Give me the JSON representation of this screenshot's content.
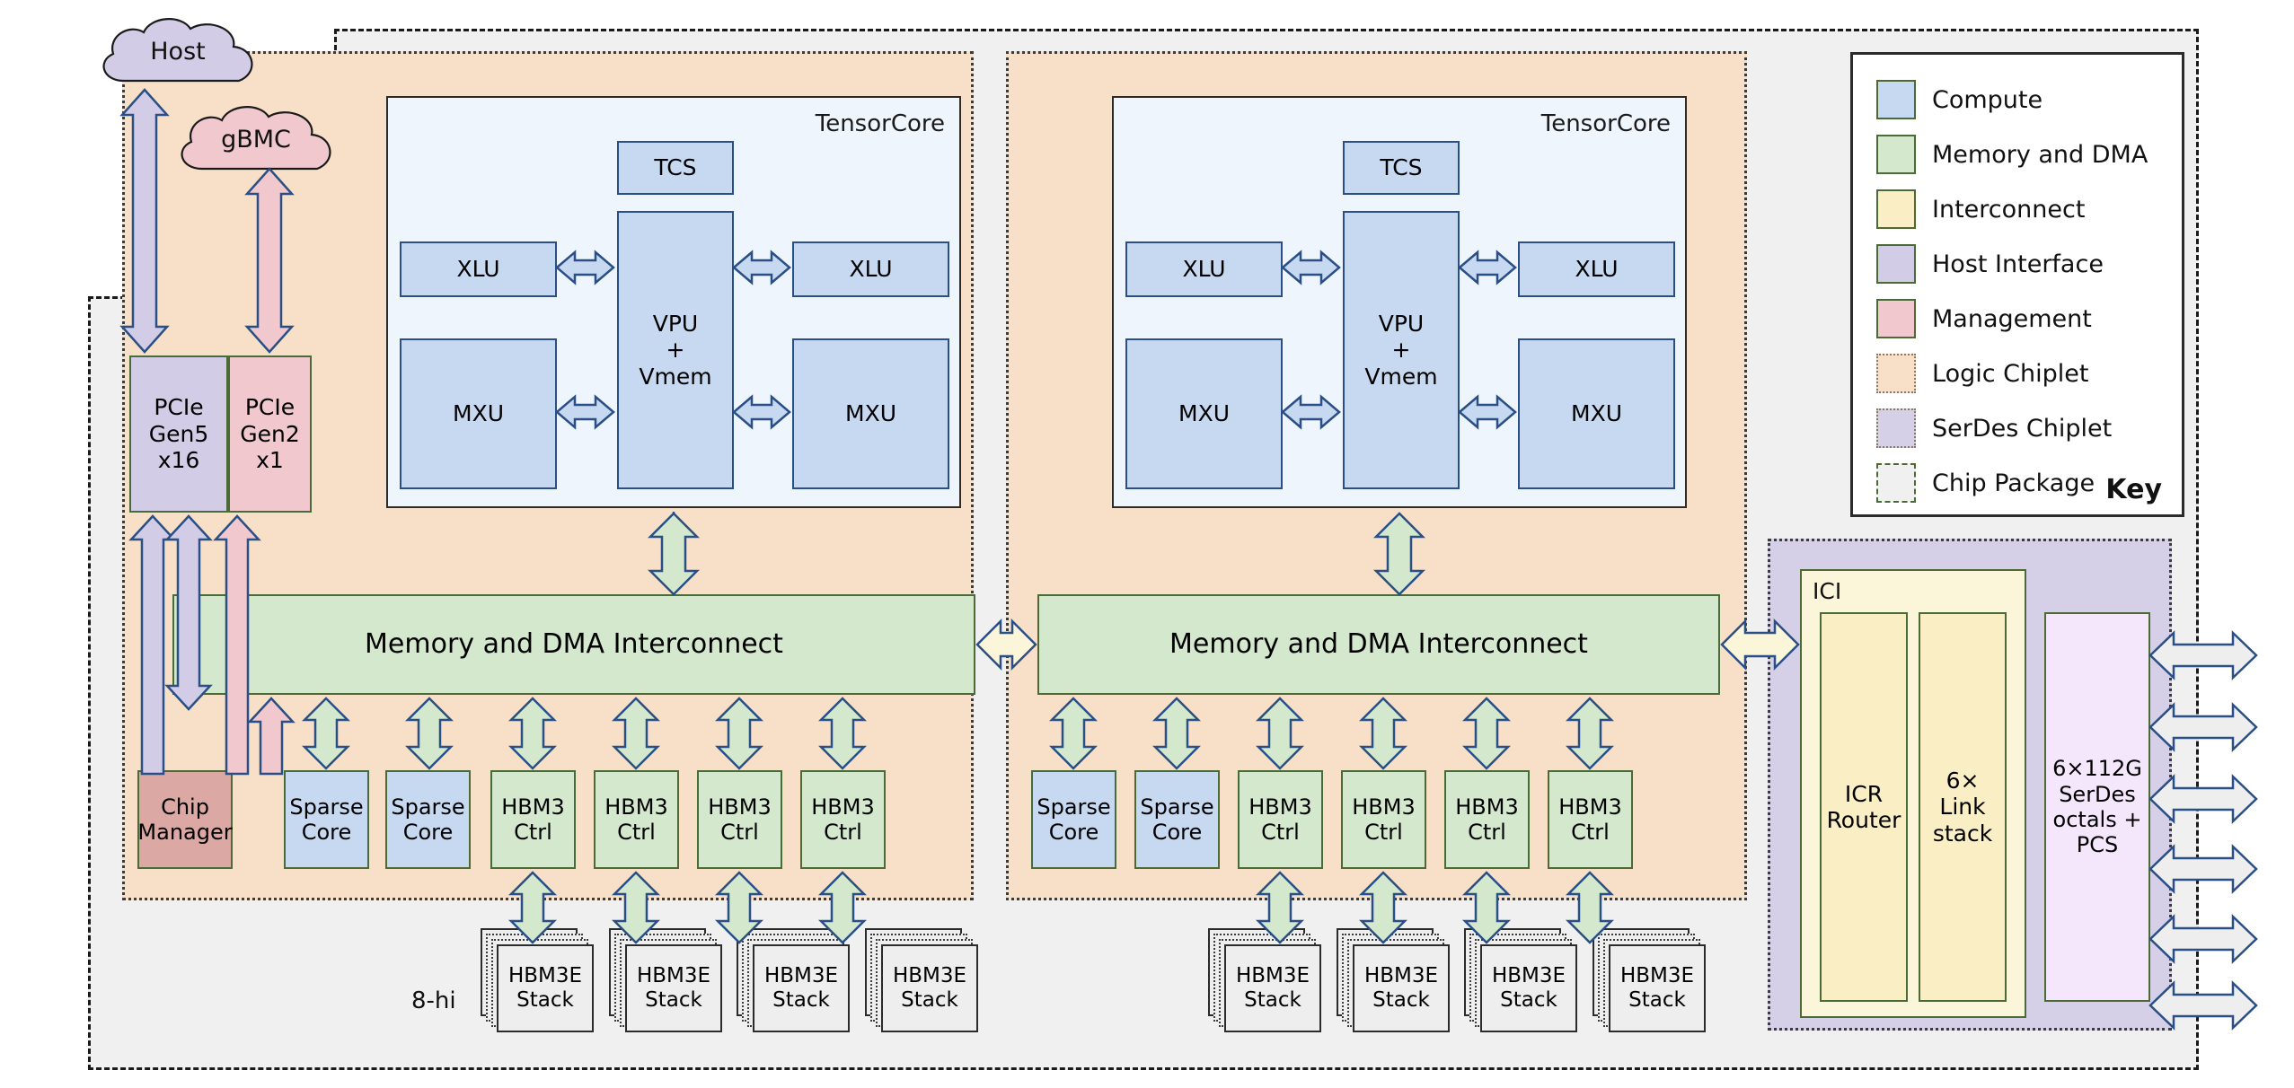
{
  "diagram": {
    "title": "TPU chip package block diagram",
    "free_labels": [
      {
        "text": "8-hi"
      }
    ],
    "colors": {
      "compute": "#c6d9f1",
      "memory_and_dma": "#d3e8cd",
      "interconnect": "#f9eec4",
      "host_interface": "#d2cce6",
      "management": "#f0c8cd",
      "logic_chiplet": "#f8e0c8",
      "serdes_chiplet": "#d5cfe8",
      "chip_package": "#f0f0f0",
      "block_border": "#4a6b35",
      "arrow_stroke": "#2a4f86"
    }
  },
  "clouds": [
    {
      "name": "host",
      "label": "Host",
      "color": "#d2cce6"
    },
    {
      "name": "gbmc",
      "label": "gBMC",
      "color": "#f0c8cd"
    }
  ],
  "host_interface": {
    "pcie_gen5": "PCIe\nGen5\nx16",
    "pcie_gen5_lines": [
      "PCIe",
      "Gen5",
      "x16"
    ],
    "pcie_gen2_lines": [
      "PCIe",
      "Gen2",
      "x1"
    ]
  },
  "tensorcores": [
    {
      "label": "TensorCore",
      "tcs": "TCS",
      "vpu_lines": [
        "VPU",
        "+",
        "Vmem"
      ],
      "xlu_left": "XLU",
      "xlu_right": "XLU",
      "mxu_left": "MXU",
      "mxu_right": "MXU"
    },
    {
      "label": "TensorCore",
      "tcs": "TCS",
      "vpu_lines": [
        "VPU",
        "+",
        "Vmem"
      ],
      "xlu_left": "XLU",
      "xlu_right": "XLU",
      "mxu_left": "MXU",
      "mxu_right": "MXU"
    }
  ],
  "interconnects": [
    {
      "label": "Memory and DMA Interconnect"
    },
    {
      "label": "Memory and DMA Interconnect"
    }
  ],
  "left_chiplet_bottom_row": [
    {
      "name": "chip-manager",
      "lines": [
        "Chip",
        "Manager"
      ],
      "category": "management"
    },
    {
      "name": "sparse-core",
      "lines": [
        "Sparse",
        "Core"
      ],
      "category": "compute"
    },
    {
      "name": "sparse-core",
      "lines": [
        "Sparse",
        "Core"
      ],
      "category": "compute"
    },
    {
      "name": "hbm3-ctrl",
      "lines": [
        "HBM3",
        "Ctrl"
      ],
      "category": "memory"
    },
    {
      "name": "hbm3-ctrl",
      "lines": [
        "HBM3",
        "Ctrl"
      ],
      "category": "memory"
    },
    {
      "name": "hbm3-ctrl",
      "lines": [
        "HBM3",
        "Ctrl"
      ],
      "category": "memory"
    },
    {
      "name": "hbm3-ctrl",
      "lines": [
        "HBM3",
        "Ctrl"
      ],
      "category": "memory"
    }
  ],
  "right_chiplet_bottom_row": [
    {
      "name": "sparse-core",
      "lines": [
        "Sparse",
        "Core"
      ],
      "category": "compute"
    },
    {
      "name": "sparse-core",
      "lines": [
        "Sparse",
        "Core"
      ],
      "category": "compute"
    },
    {
      "name": "hbm3-ctrl",
      "lines": [
        "HBM3",
        "Ctrl"
      ],
      "category": "memory"
    },
    {
      "name": "hbm3-ctrl",
      "lines": [
        "HBM3",
        "Ctrl"
      ],
      "category": "memory"
    },
    {
      "name": "hbm3-ctrl",
      "lines": [
        "HBM3",
        "Ctrl"
      ],
      "category": "memory"
    },
    {
      "name": "hbm3-ctrl",
      "lines": [
        "HBM3",
        "Ctrl"
      ],
      "category": "memory"
    }
  ],
  "hbm_stacks": {
    "label_lines": [
      "HBM3E",
      "Stack"
    ],
    "height_label": "8-hi",
    "count_left": 4,
    "count_right": 4
  },
  "serdes": {
    "ici_label": "ICI",
    "icr_router_lines": [
      "ICR",
      "Router"
    ],
    "link_stack_lines": [
      "6×",
      "Link",
      "stack"
    ],
    "serdes_block_lines": [
      "6×112G",
      "SerDes",
      "octals +",
      "PCS"
    ],
    "external_link_count": 6
  },
  "key": {
    "title": "Key",
    "items": [
      {
        "label": "Compute",
        "color": "#c6d9f1",
        "style": "solid"
      },
      {
        "label": "Memory and DMA",
        "color": "#d3e8cd",
        "style": "solid"
      },
      {
        "label": "Interconnect",
        "color": "#f9eec4",
        "style": "solid"
      },
      {
        "label": "Host Interface",
        "color": "#d2cce6",
        "style": "solid"
      },
      {
        "label": "Management",
        "color": "#f0c8cd",
        "style": "solid"
      },
      {
        "label": "Logic Chiplet",
        "color": "#f8e0c8",
        "style": "dotted"
      },
      {
        "label": "SerDes Chiplet",
        "color": "#d5cfe8",
        "style": "dotted"
      },
      {
        "label": "Chip Package",
        "color": "#f0f0f0",
        "style": "dashdot"
      }
    ]
  }
}
